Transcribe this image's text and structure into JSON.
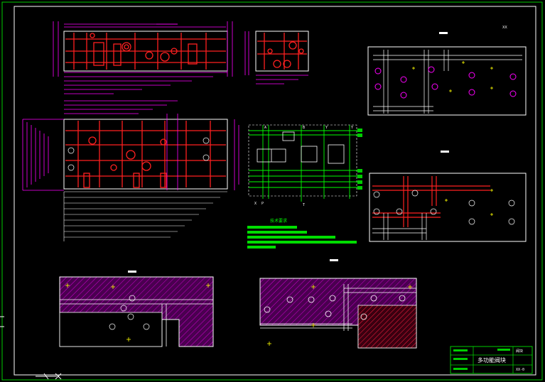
{
  "drawing": {
    "scale_note": "ⅩⅩ",
    "notes_title": "技术要求",
    "schematic_left_labels": [
      "X",
      "P"
    ],
    "schematic_bottom_label": "T",
    "schematic_top_labels": [
      "A",
      "B",
      "Y",
      "Y"
    ]
  },
  "title_block": {
    "title": "多功能阀块",
    "drawing_no": "XX-0",
    "extra_label": "阀块"
  },
  "colors": {
    "background": "#000000",
    "frame": "#00cc00",
    "outline": "#ffffff",
    "passages": "#ff2020",
    "dimension": "#ff00ff",
    "centerline": "#00ff00",
    "hatch": "#cc00cc",
    "center_mark": "#ffff00"
  }
}
